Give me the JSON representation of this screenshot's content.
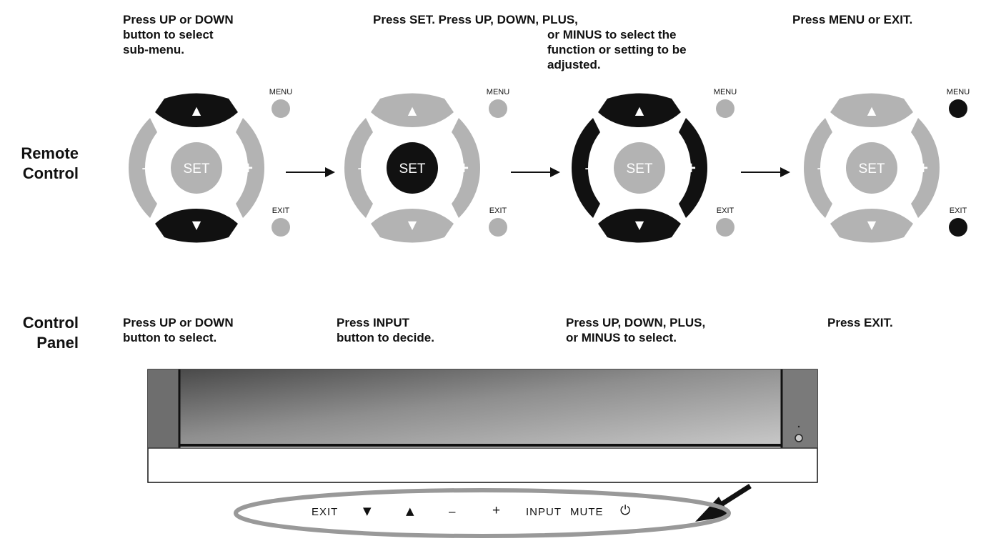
{
  "instructions": {
    "remote_step1": "Press UP or DOWN\nbutton to select\nsub-menu.",
    "remote_step2_line1": "Press SET. Press UP, DOWN, PLUS,",
    "remote_step2_rest": "or MINUS to select  the\nfunction or setting to be\nadjusted.",
    "remote_step4": "Press MENU or EXIT.",
    "panel_step1": "Press UP or DOWN\nbutton to select.",
    "panel_step2": "Press INPUT\nbutton to decide.",
    "panel_step3": "Press UP, DOWN, PLUS,\nor MINUS to select.",
    "panel_step4": "Press EXIT."
  },
  "sections": {
    "remote_control": "Remote\nControl",
    "control_panel": "Control\nPanel"
  },
  "remote": {
    "set_label": "SET",
    "menu_label": "MENU",
    "exit_label": "EXIT",
    "plus_glyph": "+",
    "minus_glyph": "-",
    "up_glyph": "▲",
    "down_glyph": "▼",
    "states": [
      {
        "step": 1,
        "highlighted": [
          "up",
          "down"
        ]
      },
      {
        "step": 2,
        "highlighted": [
          "set"
        ]
      },
      {
        "step": 3,
        "highlighted": [
          "up",
          "down",
          "plus",
          "minus"
        ]
      },
      {
        "step": 4,
        "highlighted": [
          "menu",
          "exit"
        ]
      }
    ]
  },
  "panel_buttons": {
    "exit": "EXIT",
    "down": "▼",
    "up": "▲",
    "minus": "–",
    "plus": "+",
    "input": "INPUT",
    "mute": "MUTE",
    "power": "⏻"
  },
  "colors": {
    "highlight": "#111111",
    "inactive": "#b3b3b3",
    "small_button_inactive": "#b0b0b0"
  }
}
